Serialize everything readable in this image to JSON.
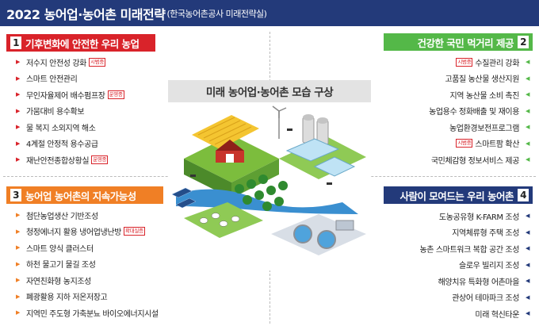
{
  "header": {
    "title": "2022 농어업·농어촌 미래전략",
    "subtitle": "(한국농어촌공사 미래전략실)"
  },
  "sections": {
    "s1": {
      "num": "1",
      "title": "기후변화에 안전한 우리 농업",
      "items": [
        "저수지 안전성 강화",
        "스마트 안전관리",
        "무인자율제어 배수펌프장",
        "가뭄대비 용수확보",
        "물 복지 소외지역 해소",
        "4계절 안정적 용수공급",
        "재난안전종합상황실"
      ],
      "badges": {
        "b0": "시범중",
        "b2": "운영중",
        "b6": "운영중"
      }
    },
    "s2": {
      "num": "2",
      "title": "건강한 국민 먹거리 제공",
      "items": [
        "수질관리 강화",
        "고품질 농산물 생산지원",
        "지역 농산물 소비 촉진",
        "농업용수 정화배출 및 재이용",
        "농업환경보전프로그램",
        "스마트팜 확산",
        "국민체감형 정보서비스 제공"
      ],
      "badges": {
        "b0": "시범중",
        "b5": "시범중"
      }
    },
    "s3": {
      "num": "3",
      "title": "농어업 농어촌의 지속가능성",
      "items": [
        "첨단농업생산 기반조성",
        "청정에너지 활용 냉어업냉난방",
        "스마트 양식 클러스터",
        "하천 물고기 물길 조성",
        "자연친화형 농지조성",
        "폐광활용 지하 저온저장고",
        "지역민 주도형 가축분뇨 바이오에너지시설"
      ],
      "badges": {
        "b1": "확대실증"
      }
    },
    "s4": {
      "num": "4",
      "title": "사람이 모여드는 우리 농어촌",
      "items": [
        "도농공유형 K-FARM 조성",
        "지역체류형 주택 조성",
        "농촌 스마트워크 복합 공간 조성",
        "슬로우 빌리지 조성",
        "해양치유 특화형 어촌마을",
        "관상어 테마파크 조성",
        "미래 혁신타운"
      ]
    }
  },
  "center": {
    "title": "미래 농어업·농어촌 모습 구상"
  },
  "colors": {
    "navy": "#233a7a",
    "red": "#d9232a",
    "green": "#54b848",
    "orange": "#f07f25"
  }
}
